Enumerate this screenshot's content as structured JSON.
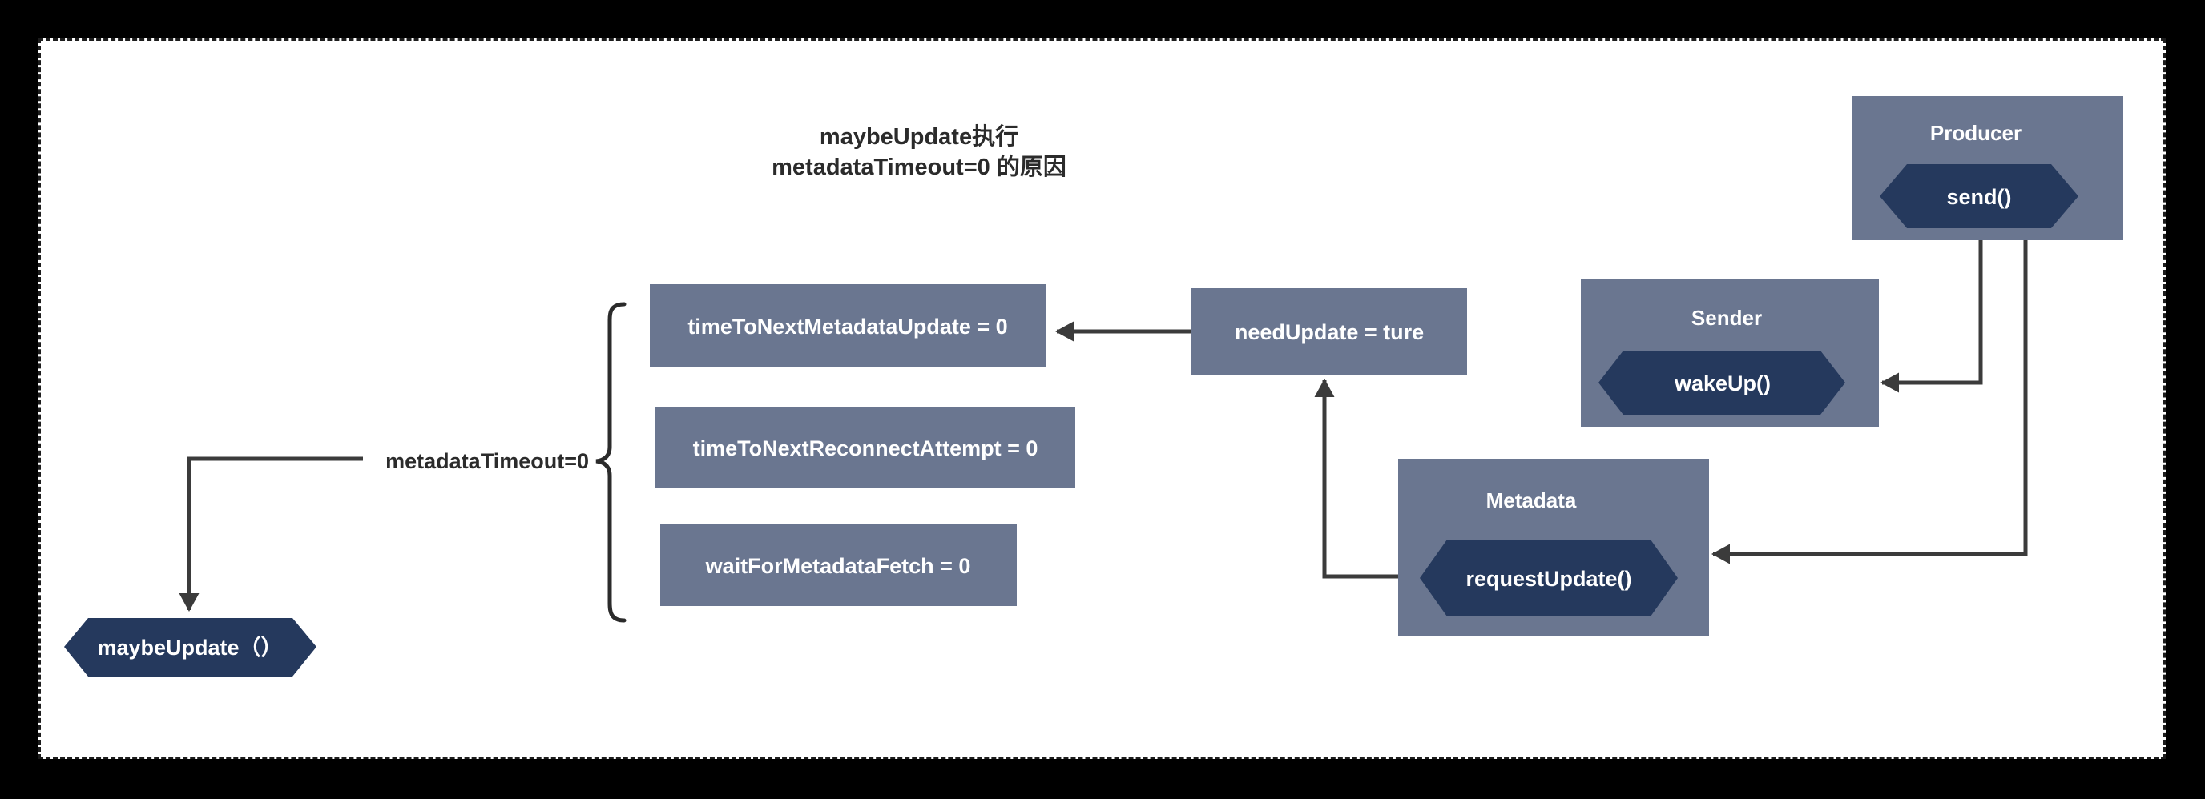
{
  "canvas": {
    "background": "#000000",
    "surface": "#ffffff",
    "border_style": "dashed",
    "border_color": "#1c1c1c"
  },
  "palette": {
    "box_fill": "#6a7690",
    "hex_fill": "#25395d",
    "edge": "#3b3b3b",
    "text_light": "#ffffff",
    "text_dark": "#2b2b2b"
  },
  "title": {
    "line1": "maybeUpdate执行",
    "line2": "metadataTimeout=0 的原因"
  },
  "nodes": {
    "maybe_update": "maybeUpdate（）",
    "metadata_timeout_label": "metadataTimeout=0",
    "condition_boxes": [
      "timeToNextMetadataUpdate = 0",
      "timeToNextReconnectAttempt = 0",
      "waitForMetadataFetch = 0"
    ],
    "need_update": "needUpdate = ture",
    "metadata_container": "Metadata",
    "request_update": "requestUpdate()",
    "sender_container": "Sender",
    "wake_up": "wakeUp()",
    "producer_container": "Producer",
    "send": "send()"
  }
}
